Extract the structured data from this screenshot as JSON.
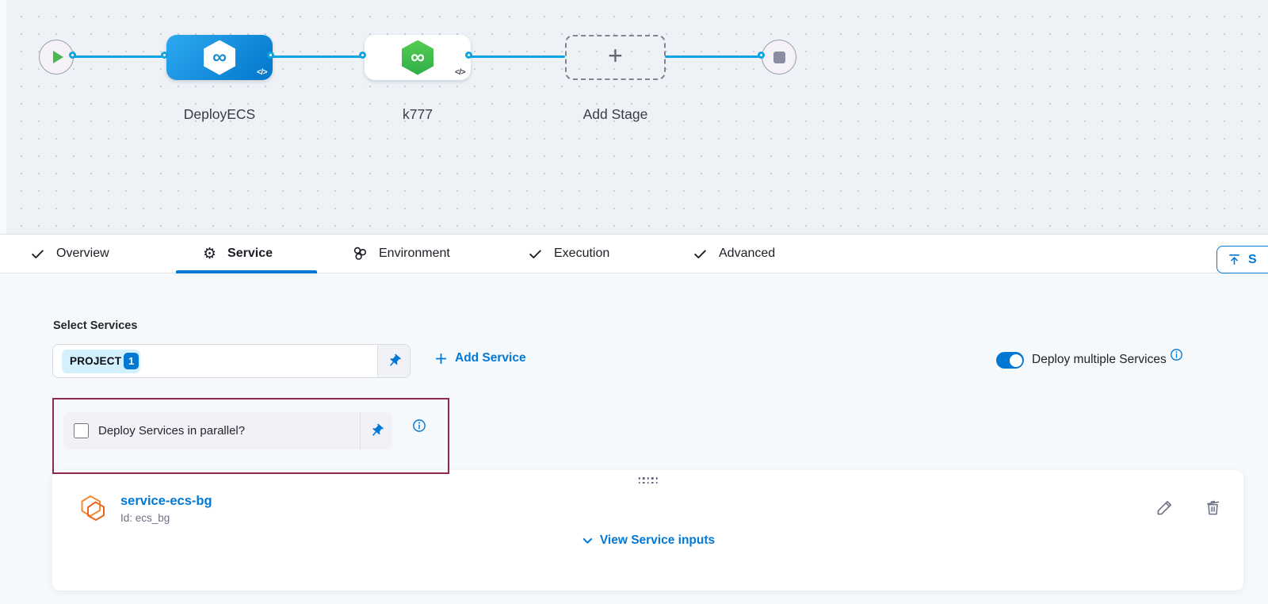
{
  "canvas": {
    "start_node": "pipeline-start",
    "end_node": "pipeline-end",
    "stages": [
      {
        "label": "DeployECS",
        "code_badge": "</>",
        "color": "blue"
      },
      {
        "label": "k777",
        "code_badge": "</>",
        "color": "white"
      }
    ],
    "add_stage_label": "Add Stage"
  },
  "tabs": {
    "items": [
      {
        "label": "Overview",
        "icon": "check-icon",
        "state": "complete"
      },
      {
        "label": "Service",
        "icon": "gear-icon",
        "state": "active"
      },
      {
        "label": "Environment",
        "icon": "environment-icon",
        "state": "default"
      },
      {
        "label": "Execution",
        "icon": "check-icon",
        "state": "complete"
      },
      {
        "label": "Advanced",
        "icon": "check-icon",
        "state": "complete"
      }
    ],
    "save_button_partial_label": "S"
  },
  "service_section": {
    "select_services_label": "Select Services",
    "selected_chip": {
      "label": "PROJECT",
      "count": "1"
    },
    "add_service_label": "Add Service",
    "deploy_multiple_label": "Deploy multiple Services",
    "deploy_multiple_on": true,
    "parallel_checkbox_label": "Deploy Services in parallel?",
    "parallel_checked": false
  },
  "service_card": {
    "name": "service-ecs-bg",
    "id_text": "Id: ecs_bg",
    "view_inputs_label": "View Service inputs"
  },
  "gear_glyph": "⚙",
  "colors": {
    "accent_blue": "#0278d5",
    "connector_blue": "#0aa4e4",
    "stage_blue_gradient": [
      "#2da8f1",
      "#0377cb"
    ],
    "harness_green": "#3fbc4e",
    "annotation_border": "#8c2b50",
    "canvas_bg": "#eef2f6",
    "content_bg": "#f6f9fc",
    "chip_bg": "#d2f1fd",
    "service_icon_orange": "#ee7d2e"
  }
}
